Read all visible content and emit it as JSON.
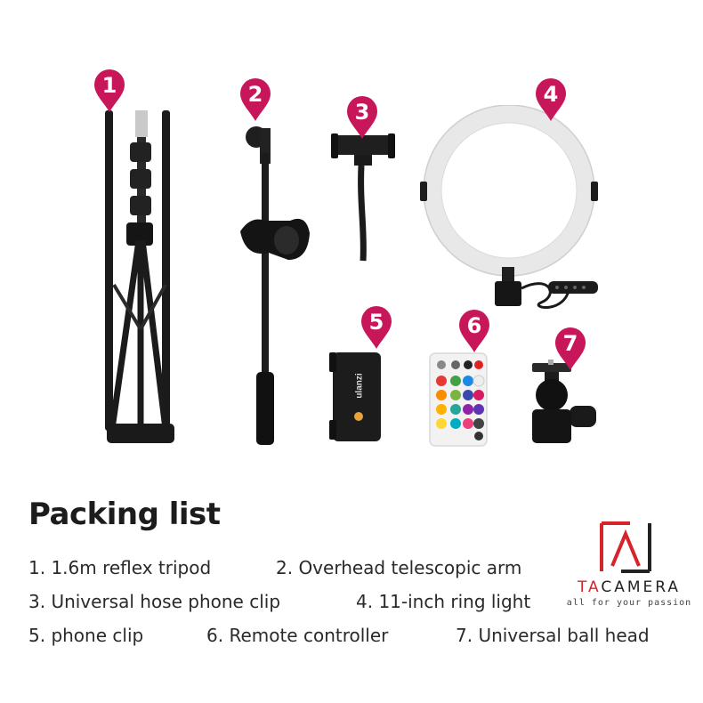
{
  "pins": [
    "1",
    "2",
    "3",
    "4",
    "5",
    "6",
    "7"
  ],
  "phone_clip_brand": "ulanzi",
  "heading": "Packing list",
  "items": [
    "1. 1.6m reflex tripod",
    "2. Overhead telescopic arm",
    "3. Universal hose phone clip",
    "4. 11-inch ring light",
    "5. phone clip",
    "6. Remote controller",
    "7. Universal ball head"
  ],
  "logo": {
    "name_prefix": "TA",
    "name_suffix": "CAMERA",
    "tagline": "all for your passion"
  },
  "colors": {
    "pin": "#c8165a",
    "logo_red": "#d6242a",
    "text": "#2a2a2a"
  }
}
